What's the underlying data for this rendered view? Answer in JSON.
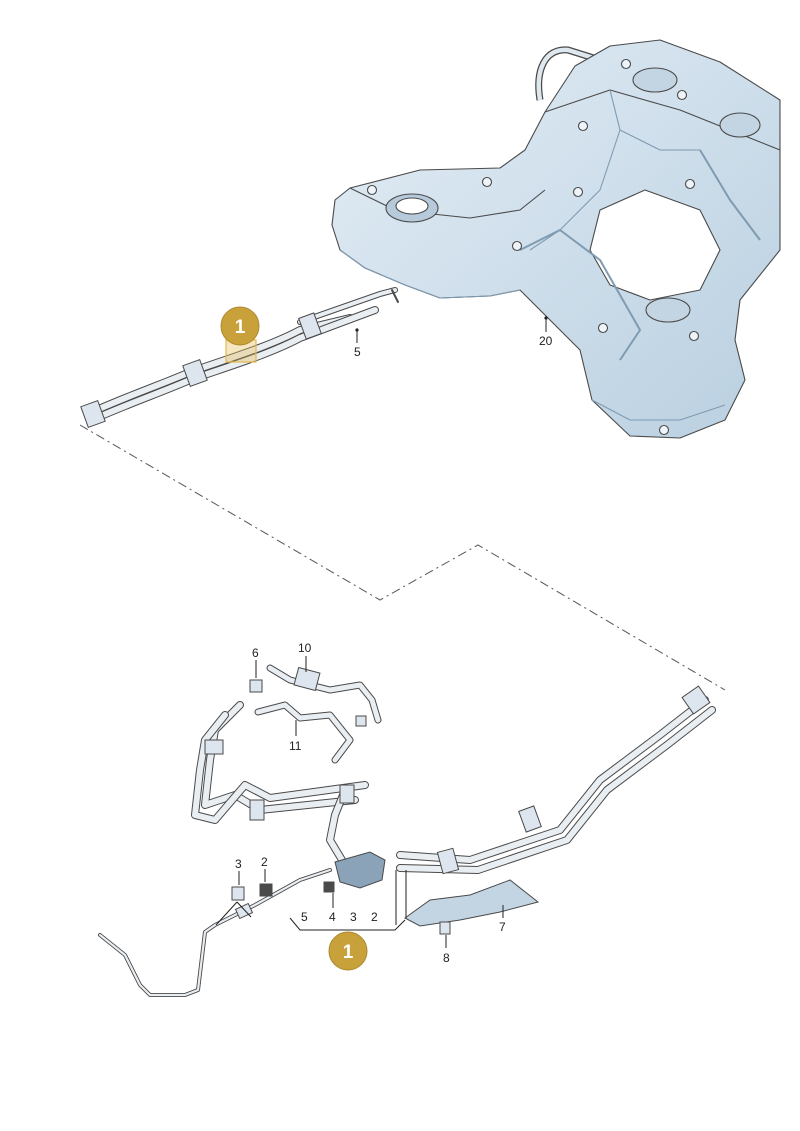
{
  "colors": {
    "tank_fill": "#d6e6f2",
    "tank_shade": "#a9c1d4",
    "tank_dark": "#7f9bb2",
    "line": "#4a4a4a",
    "pipe": "#e9eef3",
    "badge": "#c9a13a",
    "badge_stroke": "#ad8a2e",
    "highlight": "#e5b84e"
  },
  "callouts": {
    "badge_top": "1",
    "badge_bottom": "1",
    "pipe_top": "5",
    "tank": "20",
    "part6": "6",
    "part10": "10",
    "part11": "11",
    "part3_top": "3",
    "part2_top": "2",
    "part4": "4",
    "part5_bottom": "5",
    "part3_bottom": "3",
    "part2_bottom": "2",
    "part7": "7",
    "part8": "8"
  }
}
